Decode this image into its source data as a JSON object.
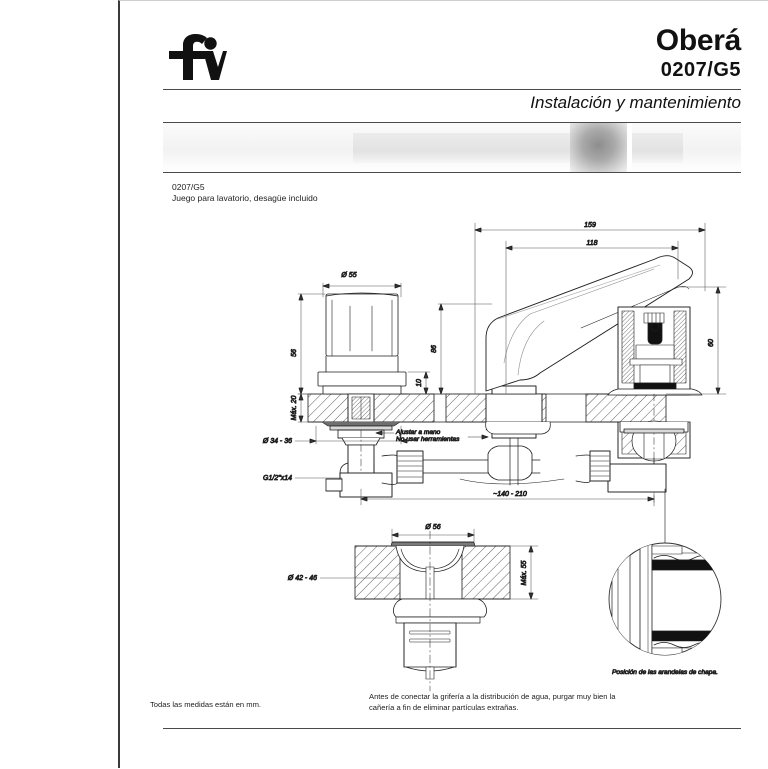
{
  "header": {
    "logo_alt": "fv-logo",
    "brand_name": "Oberá",
    "brand_code": "0207/G5",
    "subtitle": "Instalación y mantenimiento"
  },
  "part": {
    "code": "0207/G5",
    "description": "Juego para lavatorio, desagüe incluido"
  },
  "footer": {
    "note_left": "Todas las medidas están en mm.",
    "note_right": "Antes de conectar la grifería a la distribución de agua, purgar muy bien la cañería a fin de eliminar partículas extrañas."
  },
  "drawing": {
    "dimensions": {
      "handle_diameter": "Ø 55",
      "handle_height": "56",
      "deck_thickness": "Máx. 20",
      "shank_hole": "Ø 34 - 36",
      "thread": "G1/2\"x14",
      "spout_reach_total": "159",
      "spout_reach_inner": "118",
      "spout_height": "86",
      "body_height": "60",
      "escutcheon_gap": "10",
      "spread": "~140 - 210",
      "drain_flange": "Ø 56",
      "drain_hole": "Ø 42 - 46",
      "drain_deck_max": "Máx. 55"
    },
    "notes": {
      "hand_tighten_line1": "Ajustar a mano",
      "hand_tighten_line2": "No usar herramientas",
      "detail_caption": "Posición de las arandelas de chapa."
    }
  },
  "colors": {
    "line": "#1d1d1d",
    "rule": "#4a4a4a",
    "band_light": "#f2f2f2",
    "band_dark": "#8d8d8d"
  }
}
